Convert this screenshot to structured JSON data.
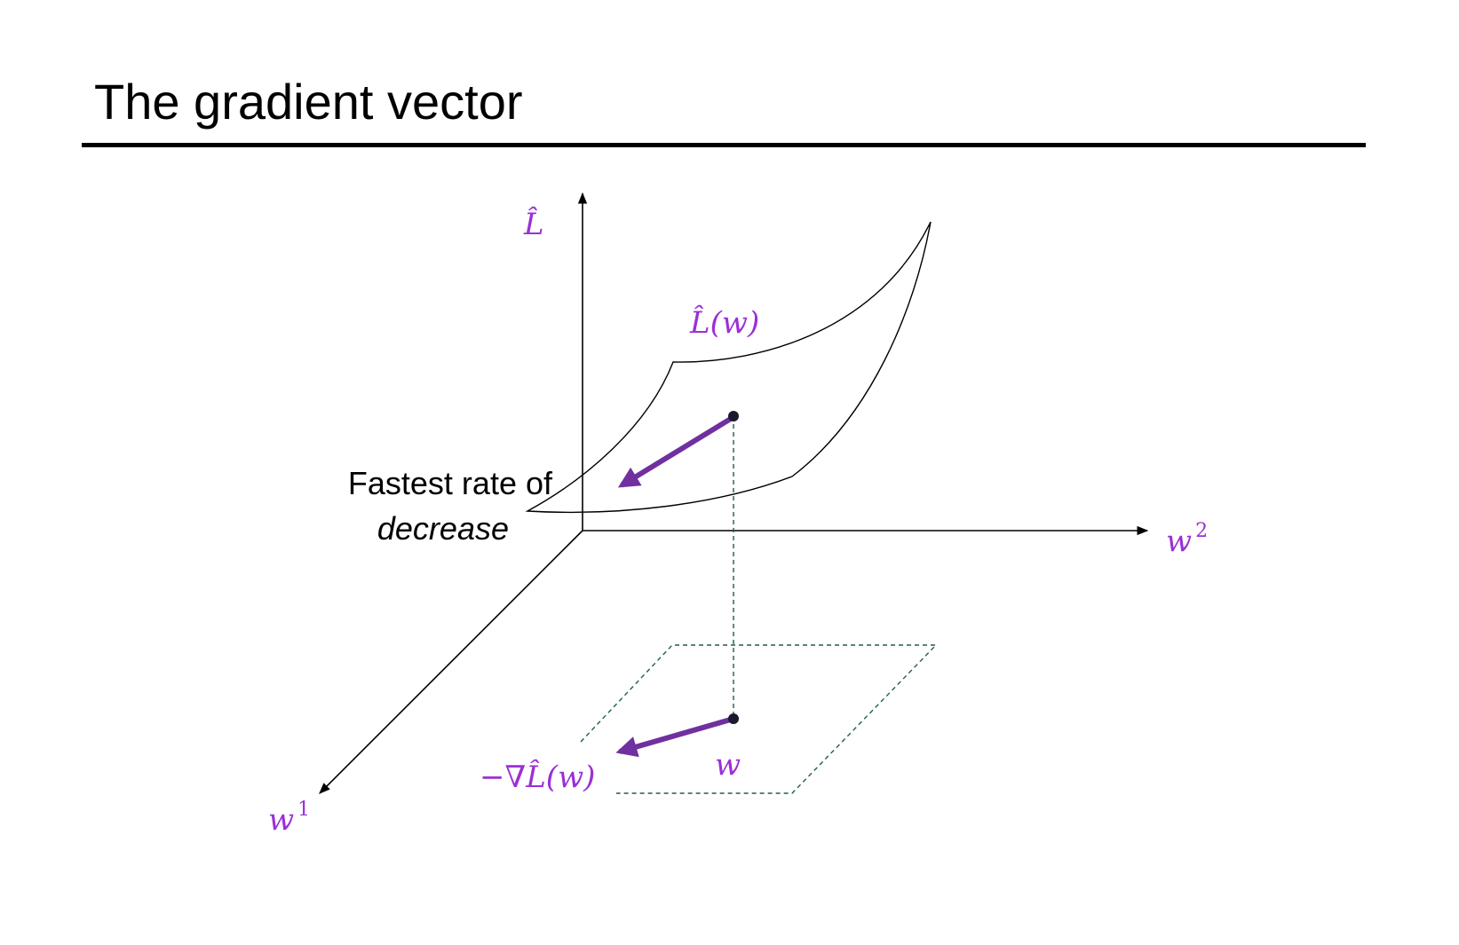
{
  "title": "The gradient vector",
  "colors": {
    "purple_label": "#9b2fd6",
    "arrow_purple": "#7030a0",
    "dashed_green": "#1f5f4a",
    "ink": "#000000"
  },
  "labels": {
    "loss_axis": "L̂",
    "loss_surface": "L̂(w)",
    "axis_w1_base": "w",
    "axis_w1_sup": "1",
    "axis_w2_base": "w",
    "axis_w2_sup": "2",
    "point_w": "w",
    "neg_gradient": "−∇L̂(w)",
    "fastest_line1": "Fastest rate of",
    "fastest_line2": "decrease"
  }
}
